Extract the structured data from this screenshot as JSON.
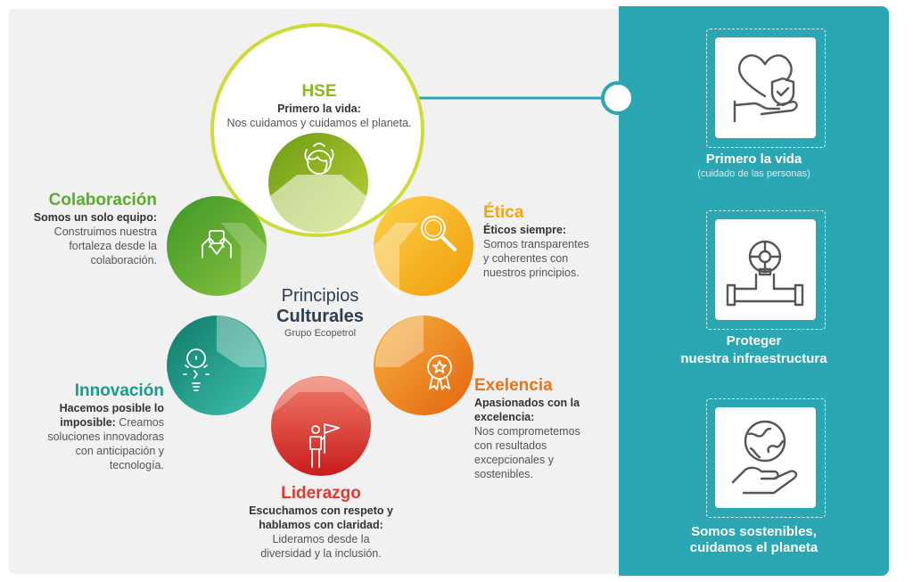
{
  "center": {
    "line1": "Principios",
    "line2": "Culturales",
    "line3": "Grupo Ecopetrol"
  },
  "values": {
    "hse": {
      "title": "HSE",
      "lead": "Primero la vida:",
      "body": "Nos cuidamos y cuidamos el planeta.",
      "icon": "globe-leaves-icon",
      "color": "#8bb81e"
    },
    "etica": {
      "title": "Ética",
      "lead": "Éticos siempre:",
      "body1": "Somos transparentes",
      "body2": "y coherentes con",
      "body3": "nuestros principios.",
      "icon": "magnifier-icon",
      "color": "#f2a50c"
    },
    "exelencia": {
      "title": "Exelencia",
      "lead1": "Apasionados con la",
      "lead2": "excelencia:",
      "body1": "Nos comprometemos",
      "body2": "con resultados",
      "body3": "excepcionales y",
      "body4": "sostenibles.",
      "icon": "award-medal-icon",
      "color": "#e8751a"
    },
    "liderazgo": {
      "title": "Liderazgo",
      "lead1": "Escuchamos con respeto y",
      "lead2": "hablamos con claridad:",
      "body1": "Lideramos desde la",
      "body2": "diversidad y la inclusión.",
      "icon": "leader-flag-icon",
      "color": "#e43a2e"
    },
    "innovacion": {
      "title": "Innovación",
      "lead1": "Hacemos posible lo",
      "lead2": "imposible:",
      "body_inline": " Creamos",
      "body1": "soluciones innovadoras",
      "body2": "con anticipación y",
      "body3": "tecnología.",
      "icon": "lightbulb-icon",
      "color": "#1a9a8a"
    },
    "colaboracion": {
      "title": "Colaboración",
      "lead": "Somos un solo equipo:",
      "body1": "Construimos nuestra",
      "body2": "fortaleza desde la",
      "body3": "colaboración.",
      "icon": "team-hands-icon",
      "color": "#5aab2e"
    }
  },
  "sidebar": {
    "item1": {
      "label": "Primero la vida",
      "sub": "(cuidado de las personas)",
      "icon": "heart-hand-shield-icon"
    },
    "item2": {
      "label1": "Proteger",
      "label2": "nuestra infraestructura",
      "icon": "pipeline-valve-icon"
    },
    "item3": {
      "label1": "Somos sostenibles,",
      "label2": "cuidamos el planeta",
      "icon": "globe-hand-icon"
    }
  },
  "colors": {
    "teal": "#2aa7b2",
    "hse_ring": "#cddc39",
    "bg_left": "#f1f1f1"
  }
}
